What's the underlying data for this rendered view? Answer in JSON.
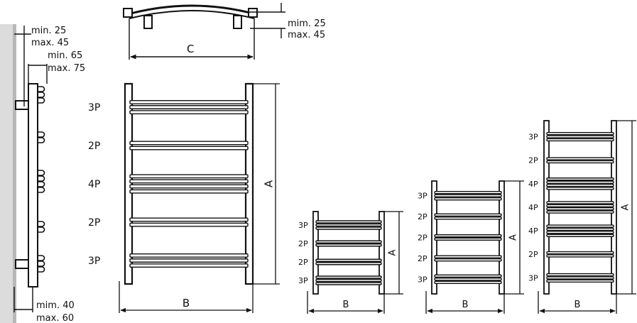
{
  "side_view": {
    "dim_top_min": "min. 25",
    "dim_top_max": "max. 45",
    "dim_mid_min": "min. 65",
    "dim_mid_max": "max. 75",
    "dim_bottom_min": "mim. 40",
    "dim_bottom_max": "max. 60"
  },
  "top_view": {
    "dim_c": "C",
    "dim_min": "mim. 25",
    "dim_max": "max. 45"
  },
  "models": [
    {
      "groups": [
        "3P",
        "2P",
        "4P",
        "2P",
        "3P"
      ],
      "dim_a": "A",
      "dim_b": "B"
    },
    {
      "groups": [
        "3P",
        "2P",
        "2P",
        "3P"
      ],
      "dim_a": "A",
      "dim_b": "B"
    },
    {
      "groups": [
        "3P",
        "2P",
        "2P",
        "2P",
        "3P"
      ],
      "dim_a": "A",
      "dim_b": "B"
    },
    {
      "groups": [
        "3P",
        "2P",
        "4P",
        "4P",
        "4P",
        "2P",
        "3P"
      ],
      "dim_a": "A",
      "dim_b": "B"
    }
  ]
}
